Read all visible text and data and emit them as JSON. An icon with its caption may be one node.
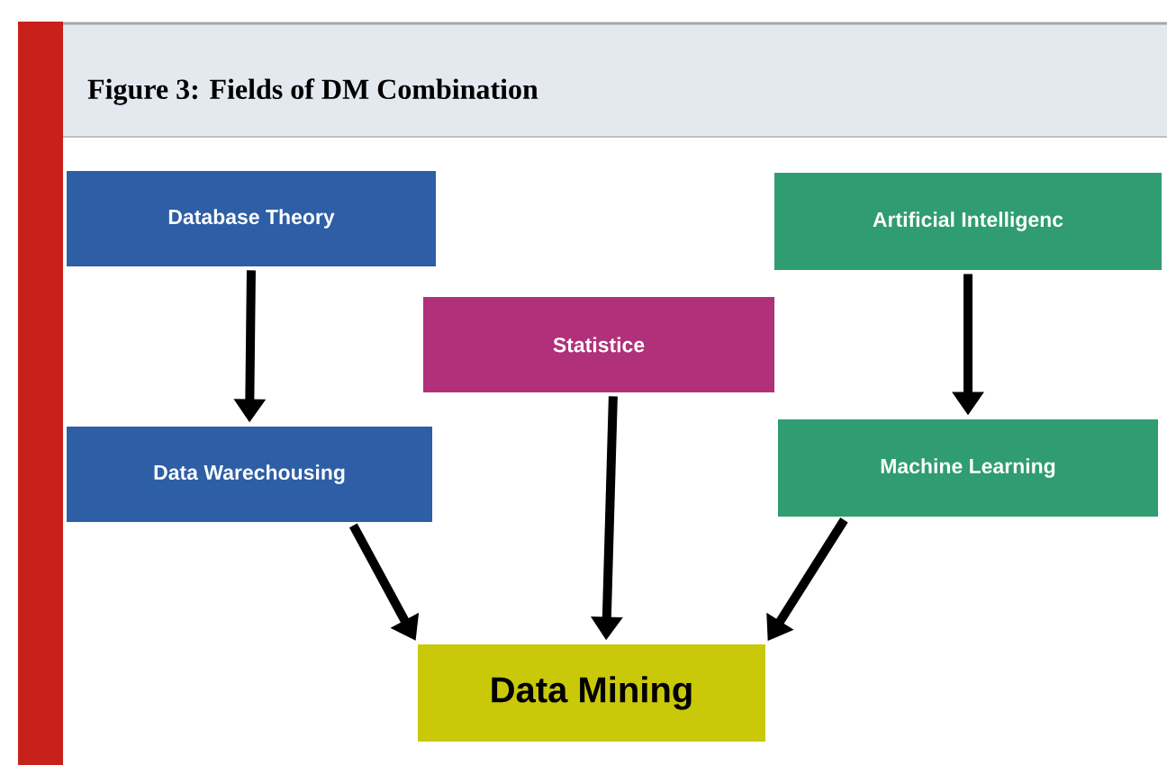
{
  "diagram": {
    "title": "Figure 3: Fields of DM Combination",
    "nodes": [
      {
        "text": [
          "Database Theory"
        ]
      },
      {
        "text": [
          "Artificial Intelligenc"
        ]
      },
      {
        "text": [
          "Statistice"
        ]
      },
      {
        "text": [
          "Data Warechousing"
        ]
      },
      {
        "text": [
          "Machine Learning"
        ]
      },
      {
        "text": [
          "Data Mining"
        ]
      }
    ],
    "edges": [
      {
        "from": 0,
        "to": 3,
        "arrow": "to"
      },
      {
        "from": 1,
        "to": 4,
        "arrow": "to"
      },
      {
        "from": 2,
        "to": 5,
        "arrow": "to"
      },
      {
        "from": 3,
        "to": 5,
        "arrow": "to"
      },
      {
        "from": 4,
        "to": 5,
        "arrow": "to"
      }
    ]
  }
}
